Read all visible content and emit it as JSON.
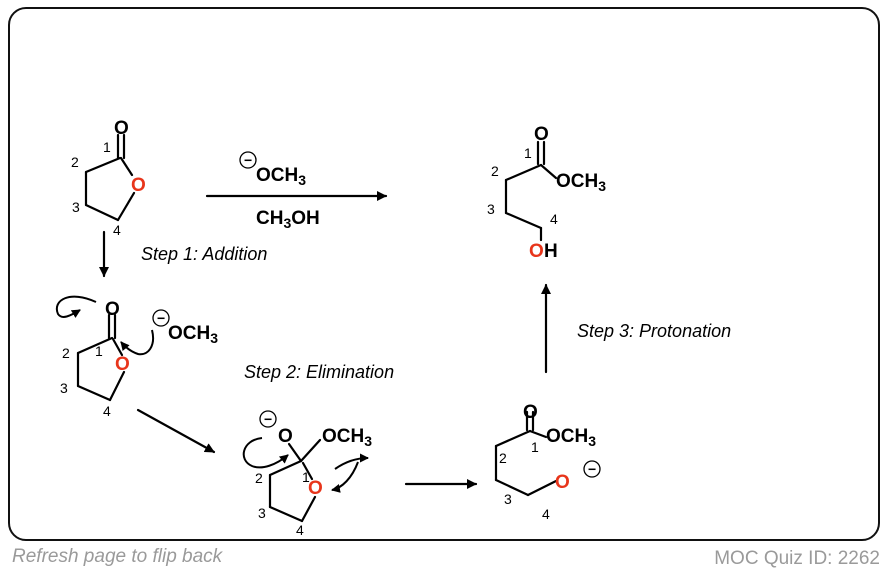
{
  "reaction": {
    "reagent_top": "OCH3",
    "reagent_bottom": "CH3OH",
    "charge_symbol": "−"
  },
  "steps": {
    "step1": "Step 1: Addition",
    "step2": "Step 2: Elimination",
    "step3": "Step 3: Protonation"
  },
  "molecules": {
    "lactone": {
      "carbonyl_o": "O",
      "ring_o": "O",
      "labels": [
        "1",
        "2",
        "3",
        "4"
      ]
    },
    "lactone_attack": {
      "carbonyl_o": "O",
      "ring_o": "O",
      "nucleophile": "OCH3",
      "labels": [
        "1",
        "2",
        "3",
        "4"
      ]
    },
    "tetrahedral": {
      "alkoxide_o": "O",
      "substituent": "OCH3",
      "ring_o": "O",
      "labels": [
        "1",
        "2",
        "3",
        "4"
      ]
    },
    "alkoxide_ester": {
      "carbonyl_o": "O",
      "ester": "OCH3",
      "alkoxide": "O",
      "labels": [
        "1",
        "2",
        "3",
        "4"
      ]
    },
    "product": {
      "carbonyl_o": "O",
      "ester": "OCH3",
      "hydroxyl_o": "O",
      "hydroxyl_h": "H",
      "labels": [
        "1",
        "2",
        "3",
        "4"
      ]
    }
  },
  "footer": {
    "left": "Refresh page to flip back",
    "right": "MOC Quiz ID: 2262"
  }
}
